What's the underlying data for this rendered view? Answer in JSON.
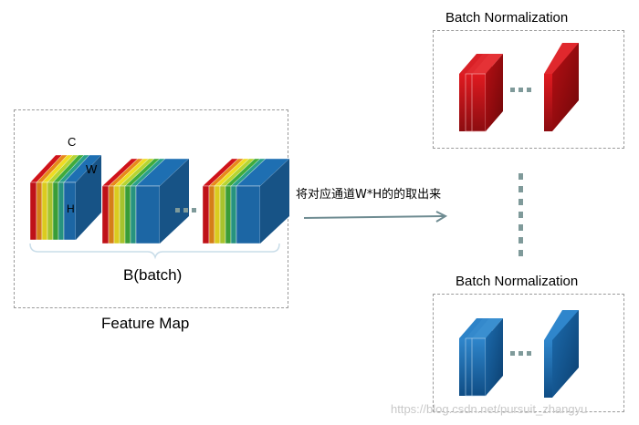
{
  "feature_map": {
    "title": "Feature Map",
    "batch_label": "B(batch)",
    "dim_c": "C",
    "dim_w": "W",
    "dim_h": "H",
    "ellipsis": "···"
  },
  "arrow": {
    "label": "将对应通道W*H的的取出来"
  },
  "bn_top": {
    "title": "Batch Normalization",
    "color": "#c0161b"
  },
  "bn_bottom": {
    "title": "Batch Normalization",
    "color": "#1a6fb5"
  },
  "watermark": "https://blog.csdn.net/pursuit_zhangyu",
  "colors": {
    "channel_stripes": [
      "#d0131a",
      "#e8891a",
      "#eedd22",
      "#b6d432",
      "#3fab3c",
      "#2aa08a",
      "#1e6fb2"
    ],
    "dots": "#7f9a9a",
    "arrow": "#6f8c92"
  }
}
